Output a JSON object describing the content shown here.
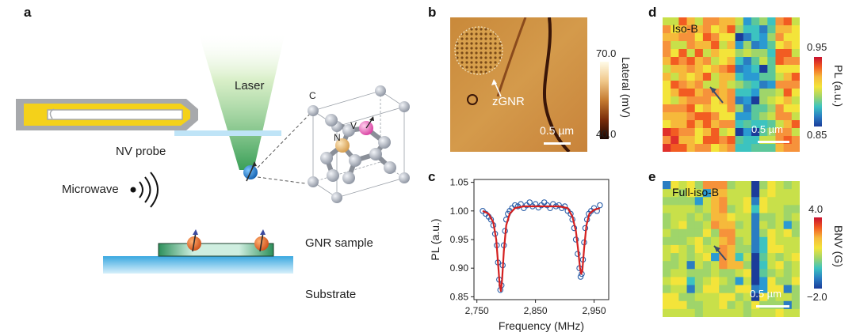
{
  "panels": {
    "a": {
      "letter": "a",
      "laser": "Laser",
      "nv_probe": "NV probe",
      "microwave": "Microwave",
      "gnr_sample": "GNR sample",
      "substrate": "Substrate",
      "atom_c": "C",
      "atom_n": "N",
      "atom_v": "V"
    },
    "b": {
      "letter": "b",
      "annotation": "zGNR",
      "scale_bar": "0.5 µm",
      "colorbar_title": "Lateral (mV)",
      "colorbar_max": "70.0",
      "colorbar_min": "40.0"
    },
    "c": {
      "letter": "c"
    },
    "d": {
      "letter": "d",
      "map_label": "Iso-B",
      "scale_bar": "0.5 µm",
      "colorbar_title": "PL (a.u.)",
      "colorbar_max": "0.95",
      "colorbar_min": "0.85"
    },
    "e": {
      "letter": "e",
      "map_label": "Full-iso-B",
      "scale_bar": "0.5 µm",
      "colorbar_title": "BNV (G)",
      "colorbar_max": "4.0",
      "colorbar_min": "−2.0"
    }
  },
  "chart_data": {
    "type": "scatter",
    "xlabel": "Frequency (MHz)",
    "ylabel": "PL (a.u.)",
    "xlim": [
      2745,
      2975
    ],
    "ylim": [
      0.845,
      1.055
    ],
    "xticks": [
      2750,
      2850,
      2950
    ],
    "xtick_labels": [
      "2,750",
      "2,850",
      "2,950"
    ],
    "yticks": [
      0.85,
      0.9,
      0.95,
      1.0,
      1.05
    ],
    "ytick_labels": [
      "0.85",
      "0.90",
      "0.95",
      "1.00",
      "1.05"
    ],
    "series": [
      {
        "kind": "points",
        "x": [
          2760,
          2765,
          2770,
          2774,
          2778,
          2781,
          2784,
          2786,
          2788,
          2790,
          2792,
          2794,
          2796,
          2798,
          2800,
          2803,
          2806,
          2810,
          2815,
          2820,
          2825,
          2830,
          2835,
          2840,
          2845,
          2850,
          2855,
          2860,
          2865,
          2870,
          2875,
          2880,
          2885,
          2890,
          2895,
          2900,
          2905,
          2910,
          2913,
          2916,
          2919,
          2922,
          2925,
          2927,
          2929,
          2931,
          2933,
          2935,
          2938,
          2941,
          2945,
          2950,
          2955,
          2960
        ],
        "y": [
          1.0,
          0.995,
          0.99,
          0.985,
          0.975,
          0.96,
          0.94,
          0.91,
          0.88,
          0.862,
          0.87,
          0.905,
          0.94,
          0.965,
          0.985,
          0.995,
          1.0,
          1.005,
          1.01,
          1.008,
          1.012,
          1.005,
          1.01,
          1.015,
          1.008,
          1.012,
          1.006,
          1.01,
          1.015,
          1.01,
          1.005,
          1.012,
          1.008,
          1.01,
          1.005,
          1.008,
          1.0,
          0.995,
          0.985,
          0.97,
          0.95,
          0.925,
          0.9,
          0.885,
          0.89,
          0.915,
          0.945,
          0.97,
          0.985,
          0.995,
          1.0,
          1.005,
          1.0,
          1.01
        ]
      },
      {
        "kind": "fit",
        "x": [
          2760,
          2770,
          2778,
          2783,
          2786,
          2789,
          2791,
          2793,
          2796,
          2800,
          2806,
          2815,
          2830,
          2850,
          2870,
          2890,
          2905,
          2913,
          2919,
          2923,
          2926,
          2928,
          2930,
          2933,
          2937,
          2942,
          2950,
          2960
        ],
        "y": [
          1.0,
          0.995,
          0.98,
          0.95,
          0.91,
          0.87,
          0.86,
          0.88,
          0.93,
          0.975,
          0.995,
          1.005,
          1.008,
          1.008,
          1.008,
          1.008,
          1.005,
          0.99,
          0.965,
          0.93,
          0.9,
          0.89,
          0.895,
          0.935,
          0.975,
          0.995,
          1.002,
          1.005
        ]
      }
    ]
  },
  "colors": {
    "scatter": "#2a5ea8",
    "fit": "#d42020",
    "laser": "#7fc75a",
    "probe_yellow": "#f4d11a",
    "probe_gray": "#9a9a9a",
    "substrate": "#4fb5e6",
    "spin": "#e8681e"
  }
}
